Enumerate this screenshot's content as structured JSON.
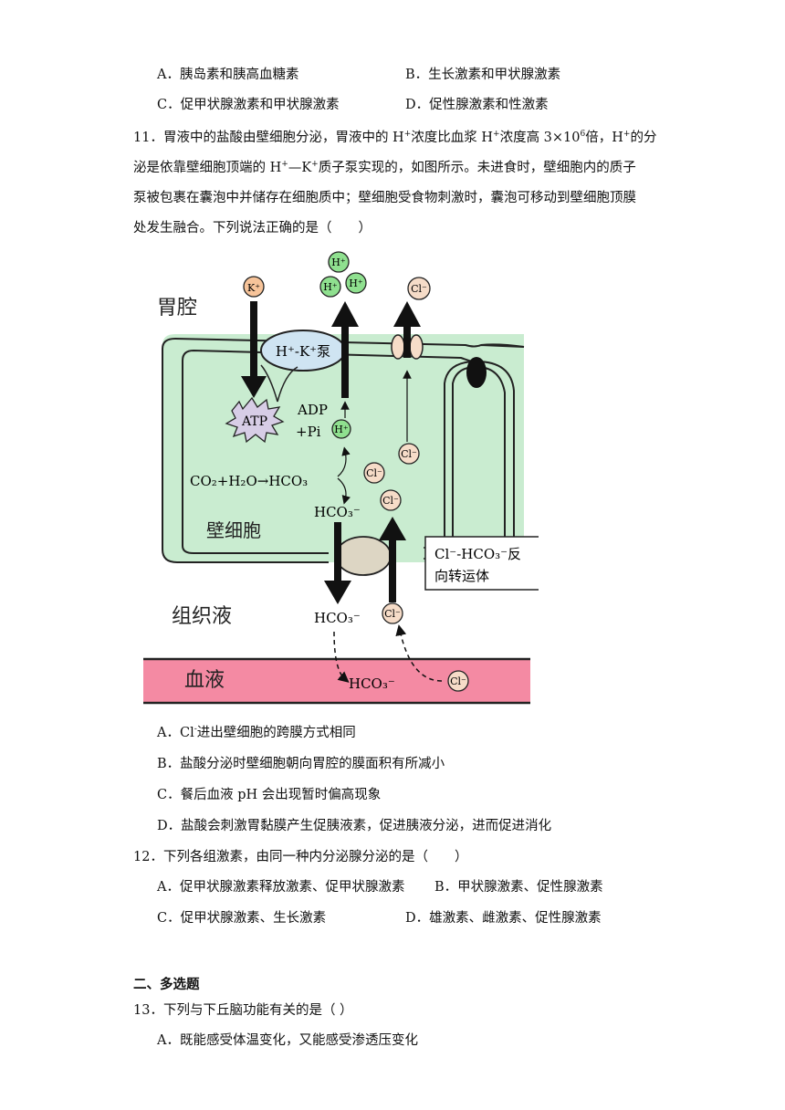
{
  "q10": {
    "A": "A．胰岛素和胰高血糖素",
    "B": "B．生长激素和甲状腺激素",
    "C": "C．促甲状腺激素和甲状腺激素",
    "D": "D．促性腺激素和性激素"
  },
  "q11": {
    "l1_a": "11．胃液中的盐酸由壁细胞分泌，胃液中的 H",
    "l1_b": "浓度比血浆 H",
    "l1_c": "浓度高 3×10",
    "l1_d": "倍，H",
    "l1_e": "的分",
    "l2_a": "泌是依靠壁细胞顶端的 H",
    "l2_b": "—K",
    "l2_c": "质子泵实现的，如图所示。未进食时，壁细胞内的质子",
    "l3": "泵被包裹在囊泡中并储存在细胞质中；壁细胞受食物刺激时，囊泡可移动到壁细胞顶膜",
    "l4": "处发生融合。下列说法正确的是（　　）",
    "A_a": "A．Cl",
    "A_b": "进出壁细胞的跨膜方式相同",
    "B": "B．盐酸分泌时壁细胞朝向胃腔的膜面积有所减小",
    "C": "C．餐后血液 pH 会出现暂时偏高现象",
    "D": "D．盐酸会刺激胃黏膜产生促胰液素，促进胰液分泌，进而促进消化"
  },
  "sup": {
    "plus": "+",
    "six": "6",
    "minus": "-"
  },
  "figure": {
    "stomach": "胃腔",
    "parietal_cell": "壁细胞",
    "tissue_fluid": "组织液",
    "blood": "血液",
    "pump": "H⁺-K⁺泵",
    "atp": "ATP",
    "adp": "ADP",
    "pi": "+Pi",
    "equation": "CO₂+H₂O→HCO₃",
    "hco3": "HCO₃⁻",
    "k_ion": "K⁺",
    "h_ion": "H⁺",
    "cl_ion": "Cl⁻",
    "antiporter_l1": "Cl⁻-HCO₃⁻反",
    "antiporter_l2": "向转运体"
  },
  "q12": {
    "stem": "12．下列各组激素，由同一种内分泌腺分泌的是（　　）",
    "A": "A．促甲状腺激素释放激素、促甲状腺激素",
    "B": "B．甲状腺激素、促性腺激素",
    "C": "C．促甲状腺激素、生长激素",
    "D": "D．雄激素、雌激素、促性腺激素"
  },
  "section2": "二、多选题",
  "q13": {
    "stem": "13．下列与下丘脑功能有关的是（ ）",
    "A": "A．既能感受体温变化，又能感受渗透压变化"
  },
  "colors": {
    "cell": "#c9ecd0",
    "blood": "#f48aa3",
    "h_ion": "#8fe08f",
    "k_ion": "#f7c49a",
    "cl_ion": "#f6dcc8"
  }
}
